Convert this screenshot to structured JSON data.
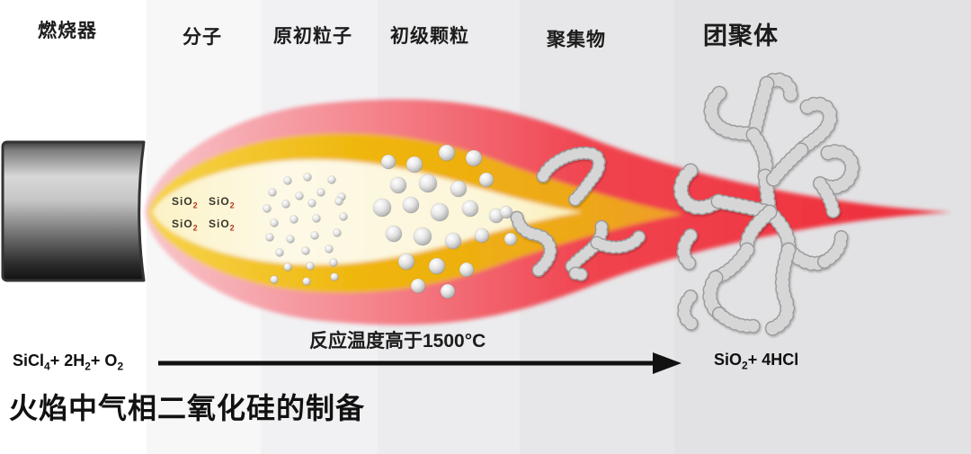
{
  "title": "火焰中气相二氧化硅的制备",
  "stage_labels": {
    "burner": "燃烧器",
    "molecule": "分子",
    "primary_particle": "原初粒子",
    "primary_granule": "初级颗粒",
    "aggregate": "聚集物",
    "agglomerate": "团聚体"
  },
  "flame": {
    "molecule_formula": "SiO",
    "molecule_formula_sub": "2"
  },
  "reaction": {
    "reactant_1": "SiCl",
    "reactant_1_sub": "4",
    "reactant_2": "+ 2H",
    "reactant_2_sub": "2",
    "reactant_3": "+ O",
    "reactant_3_sub": "2",
    "temperature_note": "反应温度高于1500°C",
    "product_1": "SiO",
    "product_1_sub": "2",
    "product_2": "+ 4HCl"
  },
  "colors": {
    "flame_outer_red": "#ee2d39",
    "flame_mid_gold": "#efb60c",
    "flame_inner_cream": "#fdf7dc",
    "particle_gray": "#cfcfcf",
    "burner_dark": "#1a1a1a",
    "formula_subscript_red": "#b03a20"
  }
}
